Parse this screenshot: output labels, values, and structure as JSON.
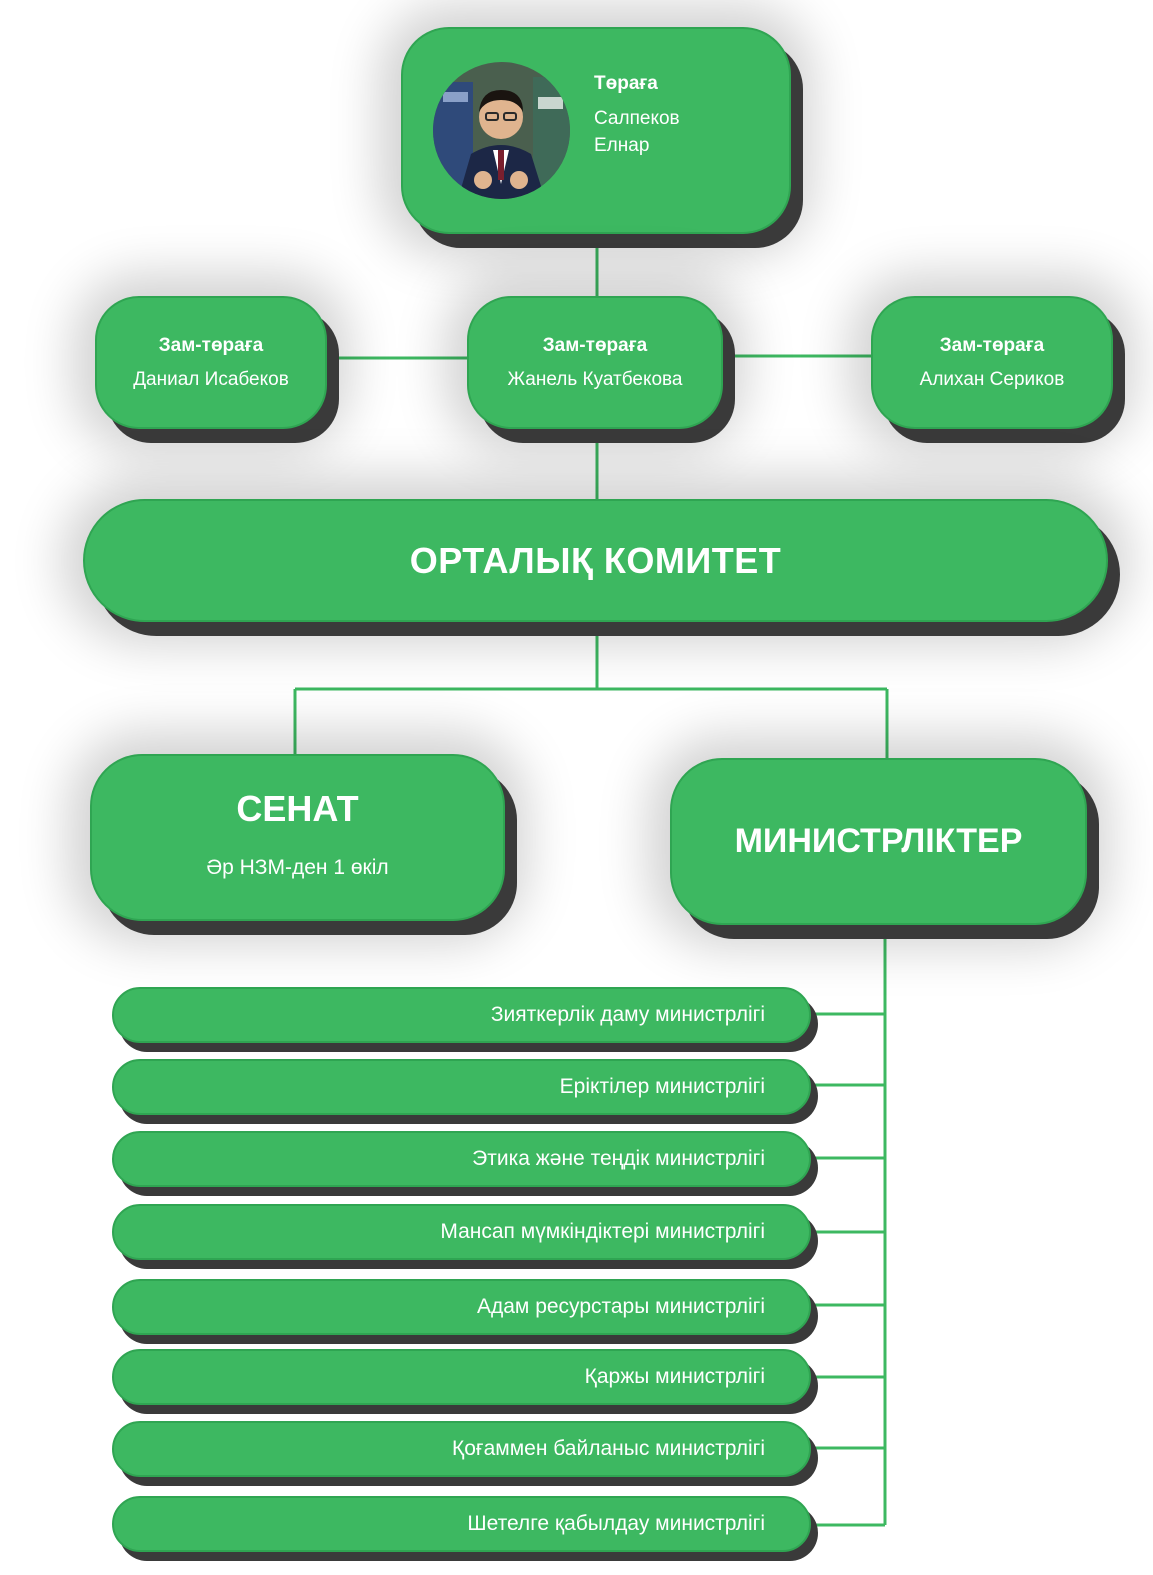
{
  "chair": {
    "role": "Төраға",
    "name_line1": "Салпеков",
    "name_line2": "Елнар"
  },
  "deputies": [
    {
      "role": "Зам-төраға",
      "name": "Даниал Исабеков"
    },
    {
      "role": "Зам-төраға",
      "name": "Жанель Куатбекова"
    },
    {
      "role": "Зам-төраға",
      "name": "Алихан Сериков"
    }
  ],
  "committee": {
    "title": "ОРТАЛЫҚ КОМИТЕТ"
  },
  "senate": {
    "title": "СЕНАТ",
    "subtitle": "Әр НЗМ-ден 1 өкіл"
  },
  "ministries": {
    "title": "МИНИСТРЛІКТЕР",
    "items": [
      "Зияткерлік даму министрлігі",
      "Еріктілер министрлігі",
      "Этика және теңдік министрлігі",
      "Мансап мүмкіндіктері министрлігі",
      "Адам ресурстары министрлігі",
      "Қаржы министрлігі",
      "Қоғаммен байланыс министрлігі",
      "Шетелге қабылдау министрлігі"
    ]
  },
  "colors": {
    "box_fill": "#3db861",
    "line": "#3db861",
    "shadow": "#3a3a3a"
  }
}
